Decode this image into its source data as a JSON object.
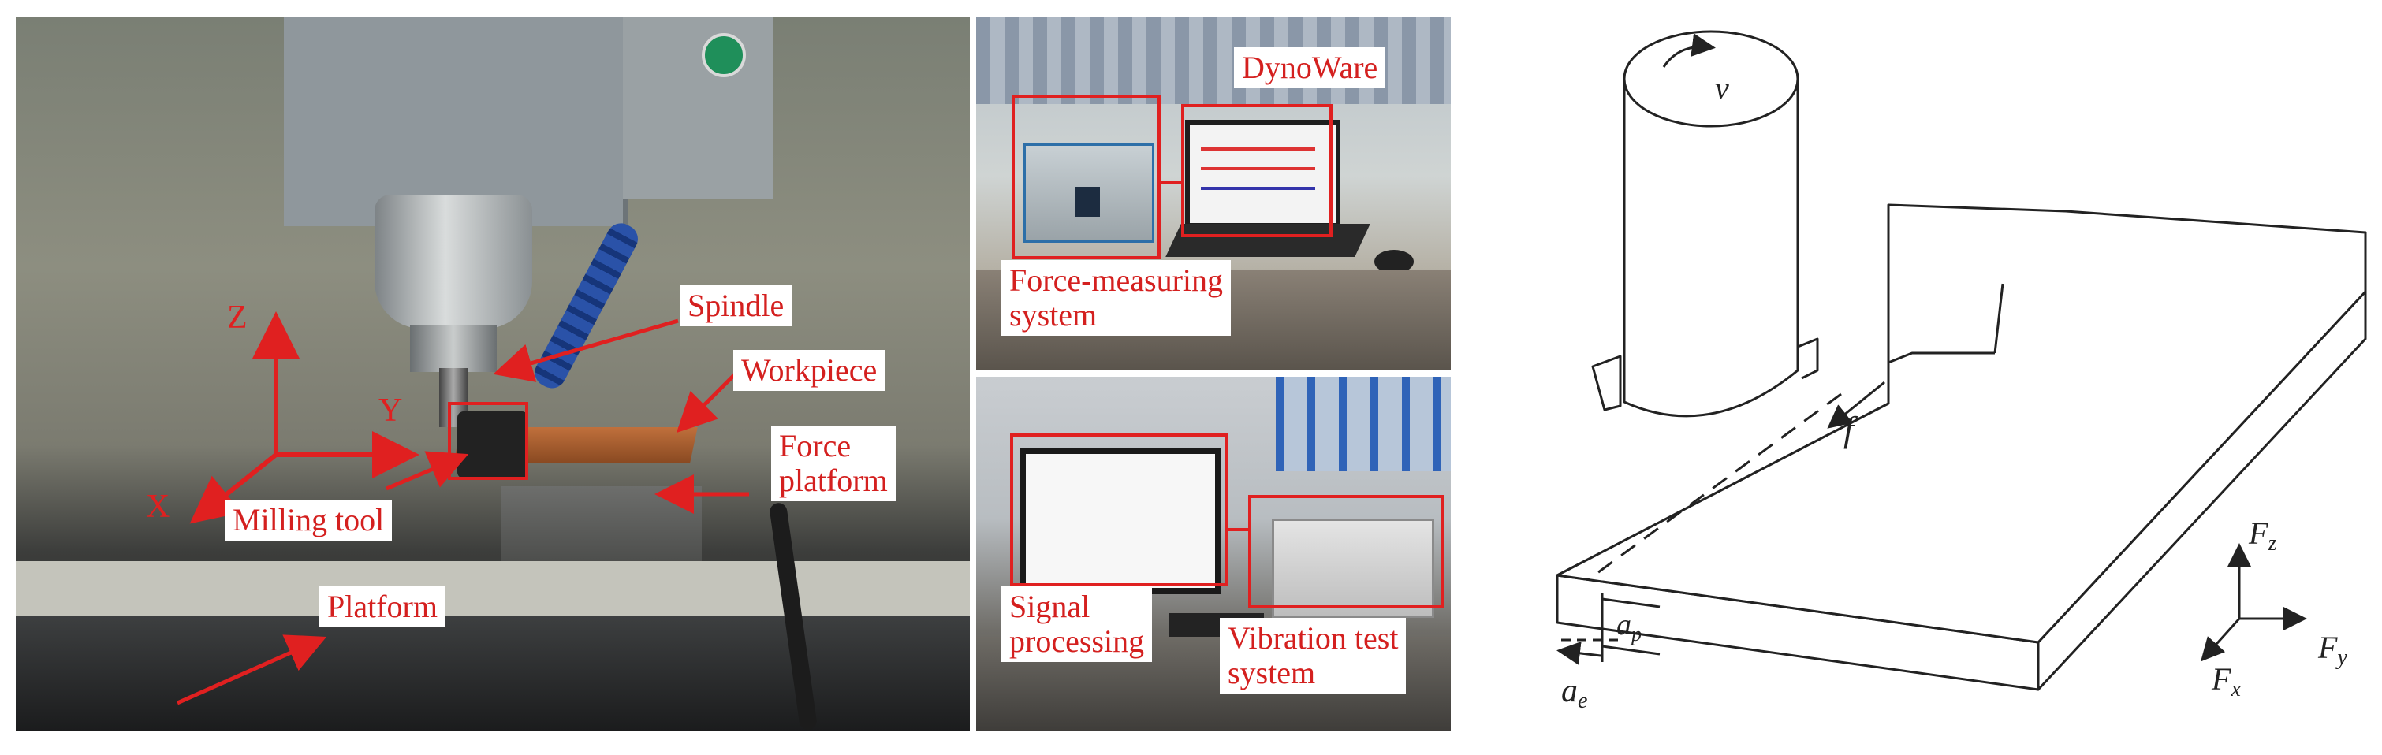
{
  "photo": {
    "callouts": {
      "spindle": "Spindle",
      "workpiece": "Workpiece",
      "force_platform": "Force\nplatform",
      "milling_tool": "Milling tool",
      "platform": "Platform",
      "dynoware": "DynoWare",
      "force_measuring_system": "Force-measuring\nsystem",
      "signal_processing": "Signal\nprocessing",
      "vibration_test_system": "Vibration test\nsystem"
    },
    "axes": {
      "x": "X",
      "y": "Y",
      "z": "Z"
    },
    "accent_color": "#d4201f"
  },
  "schematic": {
    "labels": {
      "rotation": "v",
      "feed": "f",
      "ap": "a",
      "ap_sub": "p",
      "ae": "a",
      "ae_sub": "e",
      "fz": "F",
      "fz_sub": "z",
      "fy": "F",
      "fy_sub": "y",
      "fx": "F",
      "fx_sub": "x"
    }
  }
}
